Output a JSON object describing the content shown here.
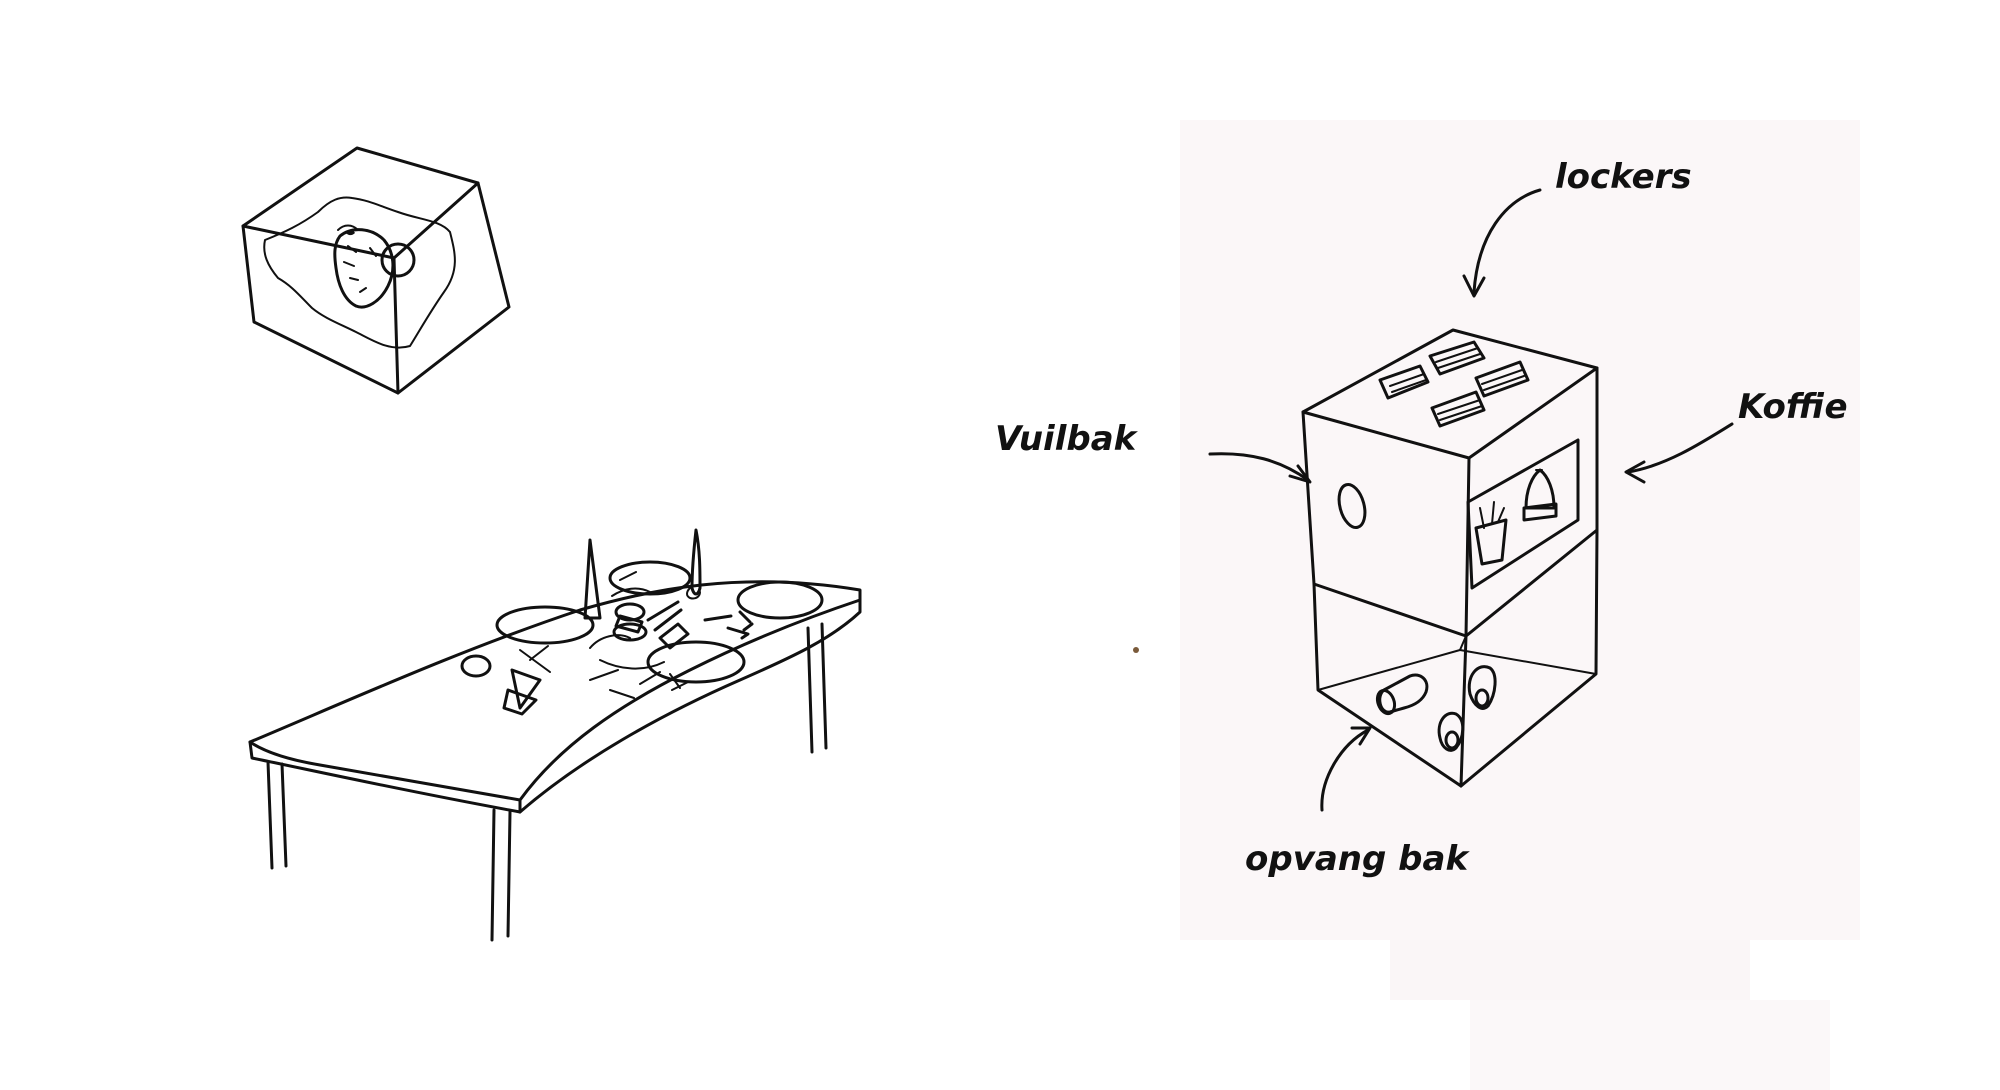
{
  "labels": {
    "lockers": "lockers",
    "vuilbak": "Vuilbak",
    "koffie": "Koffie",
    "opvang_bak": "opvang bak"
  },
  "colors": {
    "ink": "#111111",
    "paper": "#ffffff",
    "panel_tint": "#fbf7f8"
  }
}
